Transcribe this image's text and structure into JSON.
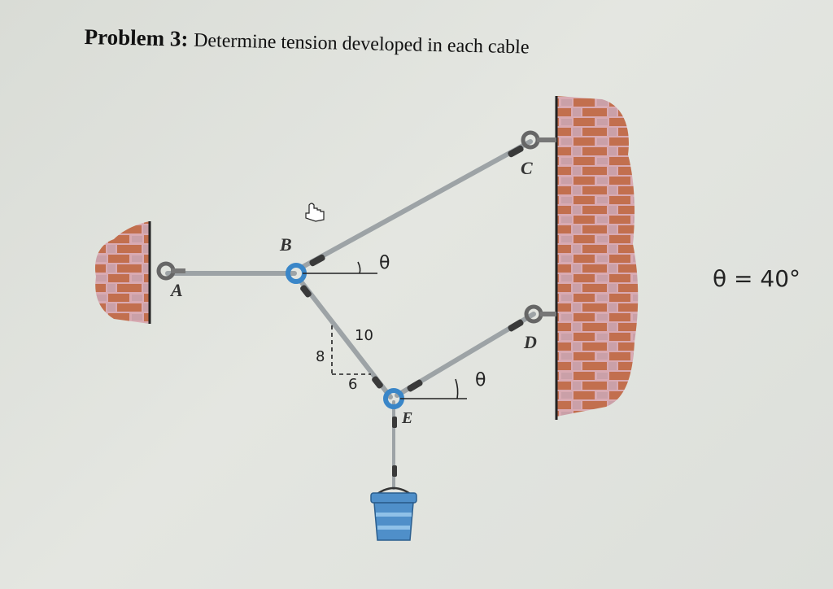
{
  "problem": {
    "label": "Problem 3:",
    "text": "Determine tension developed in each cable"
  },
  "points": {
    "A": "A",
    "B": "B",
    "C": "C",
    "D": "D",
    "E": "E"
  },
  "annotations": {
    "theta_B": "θ",
    "theta_E": "θ",
    "slope_hyp": "10",
    "slope_vert": "8",
    "slope_horiz": "6",
    "given": "θ = 40°"
  },
  "colors": {
    "brick_dark": "#c26f4e",
    "brick_light": "#d9aab2",
    "cable": "#9da3a6",
    "ring": "#3a86c8",
    "bucket": "#4f8fc9"
  },
  "icons": [
    "pointer-hand-icon",
    "bucket-icon",
    "eye-bolt-icon"
  ]
}
